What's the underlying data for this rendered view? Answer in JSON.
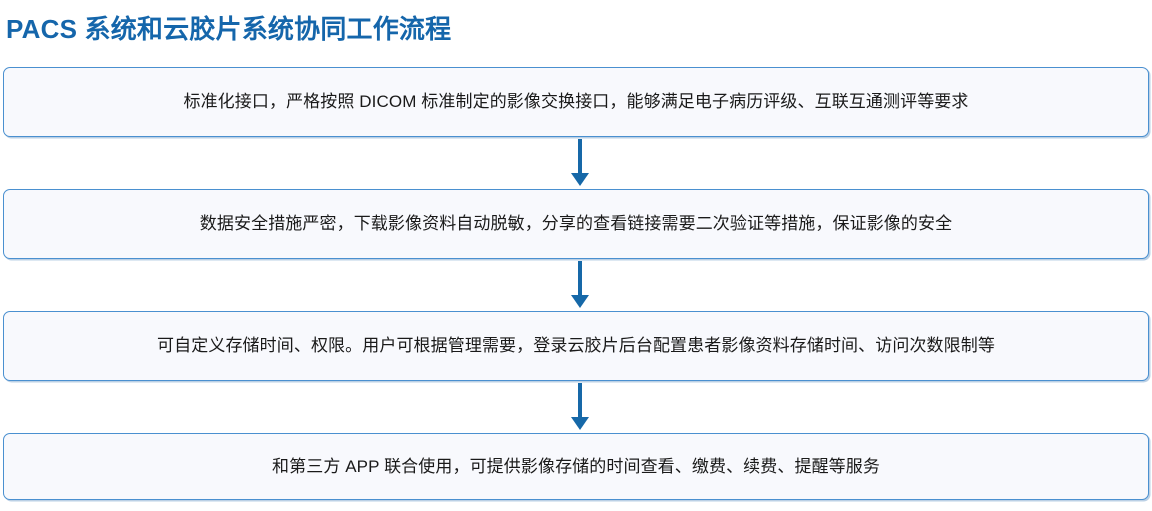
{
  "title": "PACS 系统和云胶片系统协同工作流程",
  "accent_color": "#1566ab",
  "box_border_color": "#4a90d0",
  "box_fill_color": "#f8f9fd",
  "arrow_color": "#1668a8",
  "text_color": "#1a1a1a",
  "flow": {
    "steps": [
      {
        "index": 1,
        "text": "标准化接口，严格按照 DICOM 标准制定的影像交换接口，能够满足电子病历评级、互联互通测评等要求"
      },
      {
        "index": 2,
        "text": "数据安全措施严密，下载影像资料自动脱敏，分享的查看链接需要二次验证等措施，保证影像的安全"
      },
      {
        "index": 3,
        "text": "可自定义存储时间、权限。用户可根据管理需要，登录云胶片后台配置患者影像资料存储时间、访问次数限制等"
      },
      {
        "index": 4,
        "text": "和第三方 APP 联合使用，可提供影像存储的时间查看、缴费、续费、提醒等服务"
      }
    ],
    "connectors": [
      {
        "icon": "arrow-down-icon"
      },
      {
        "icon": "arrow-down-icon"
      },
      {
        "icon": "arrow-down-icon"
      }
    ]
  }
}
